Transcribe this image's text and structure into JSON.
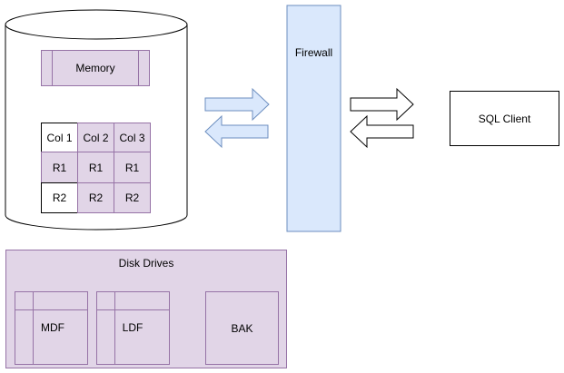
{
  "server": {
    "memory_label": "Memory",
    "table": {
      "headers": [
        "Col 1",
        "Col 2",
        "Col 3"
      ],
      "rows": [
        [
          "R1",
          "R1",
          "R1"
        ],
        [
          "R2",
          "R2",
          "R2"
        ]
      ]
    }
  },
  "firewall": {
    "label": "Firewall"
  },
  "client": {
    "label": "SQL Client"
  },
  "disk": {
    "title": "Disk Drives",
    "files": [
      "MDF",
      "LDF",
      "BAK"
    ]
  },
  "colors": {
    "purple_fill": "#e1d5e7",
    "purple_stroke": "#9673a6",
    "blue_fill": "#dae8fc",
    "blue_stroke": "#6c8ebf"
  }
}
